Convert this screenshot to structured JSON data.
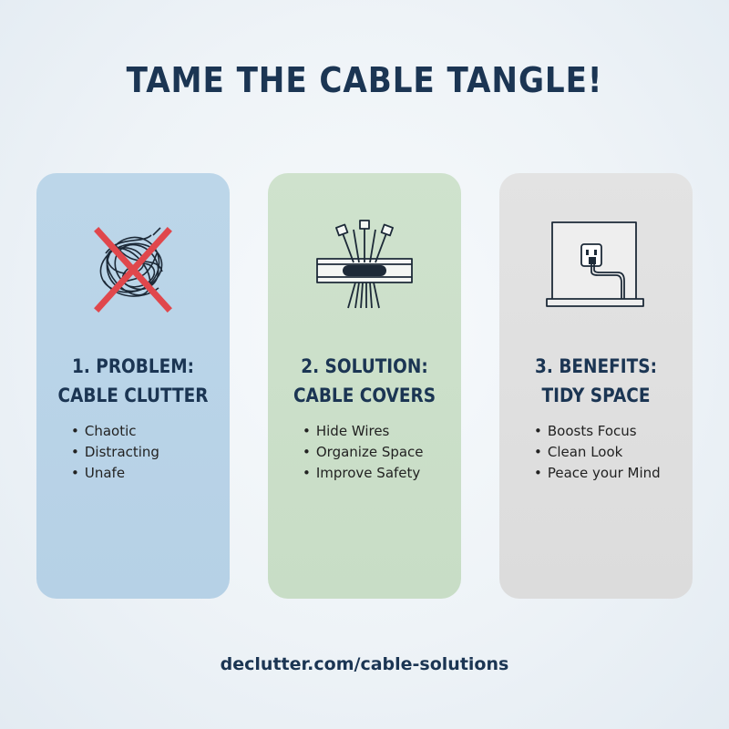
{
  "title": "TAME THE CABLE TANGLE!",
  "cards": [
    {
      "icon": "tangled-cables-crossed-icon",
      "heading_line1": "1. PROBLEM:",
      "heading_line2": "CABLE CLUTTER",
      "bullets": [
        "Chaotic",
        "Distracting",
        "Unafe"
      ],
      "background": "#bcd6e9"
    },
    {
      "icon": "cable-cover-icon",
      "heading_line1": "2. SOLUTION:",
      "heading_line2": "CABLE COVERS",
      "bullets": [
        "Hide Wires",
        "Organize Space",
        "Improve Safety"
      ],
      "background": "#cfe2cd"
    },
    {
      "icon": "wall-outlet-icon",
      "heading_line1": "3. BENEFITS:",
      "heading_line2": "TIDY SPACE",
      "bullets": [
        "Boosts Focus",
        "Clean Look",
        "Peace your Mind"
      ],
      "background": "#e3e3e3"
    }
  ],
  "footer": "declutter.com/cable-solutions",
  "colors": {
    "heading": "#1b3553",
    "cross": "#e0474c"
  }
}
